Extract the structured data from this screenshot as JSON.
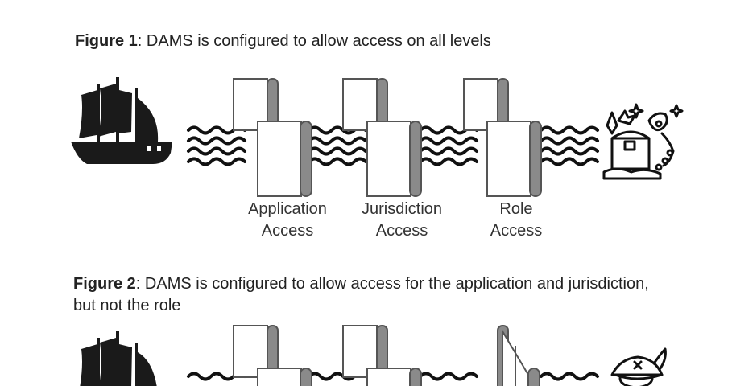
{
  "figure1": {
    "label": "Figure 1",
    "text": ": DAMS is configured to allow access on all levels",
    "gates": [
      {
        "line1": "Application",
        "line2": "Access"
      },
      {
        "line1": "Jurisdiction",
        "line2": "Access"
      },
      {
        "line1": "Role",
        "line2": "Access"
      }
    ]
  },
  "figure2": {
    "label": "Figure 2",
    "text": ": DAMS is configured to allow access for the application and jurisdiction, but not the role"
  },
  "icons": {
    "ship": "pirate-ship-icon",
    "treasure": "treasure-chest-icon",
    "pirate": "pirate-hat-icon"
  }
}
